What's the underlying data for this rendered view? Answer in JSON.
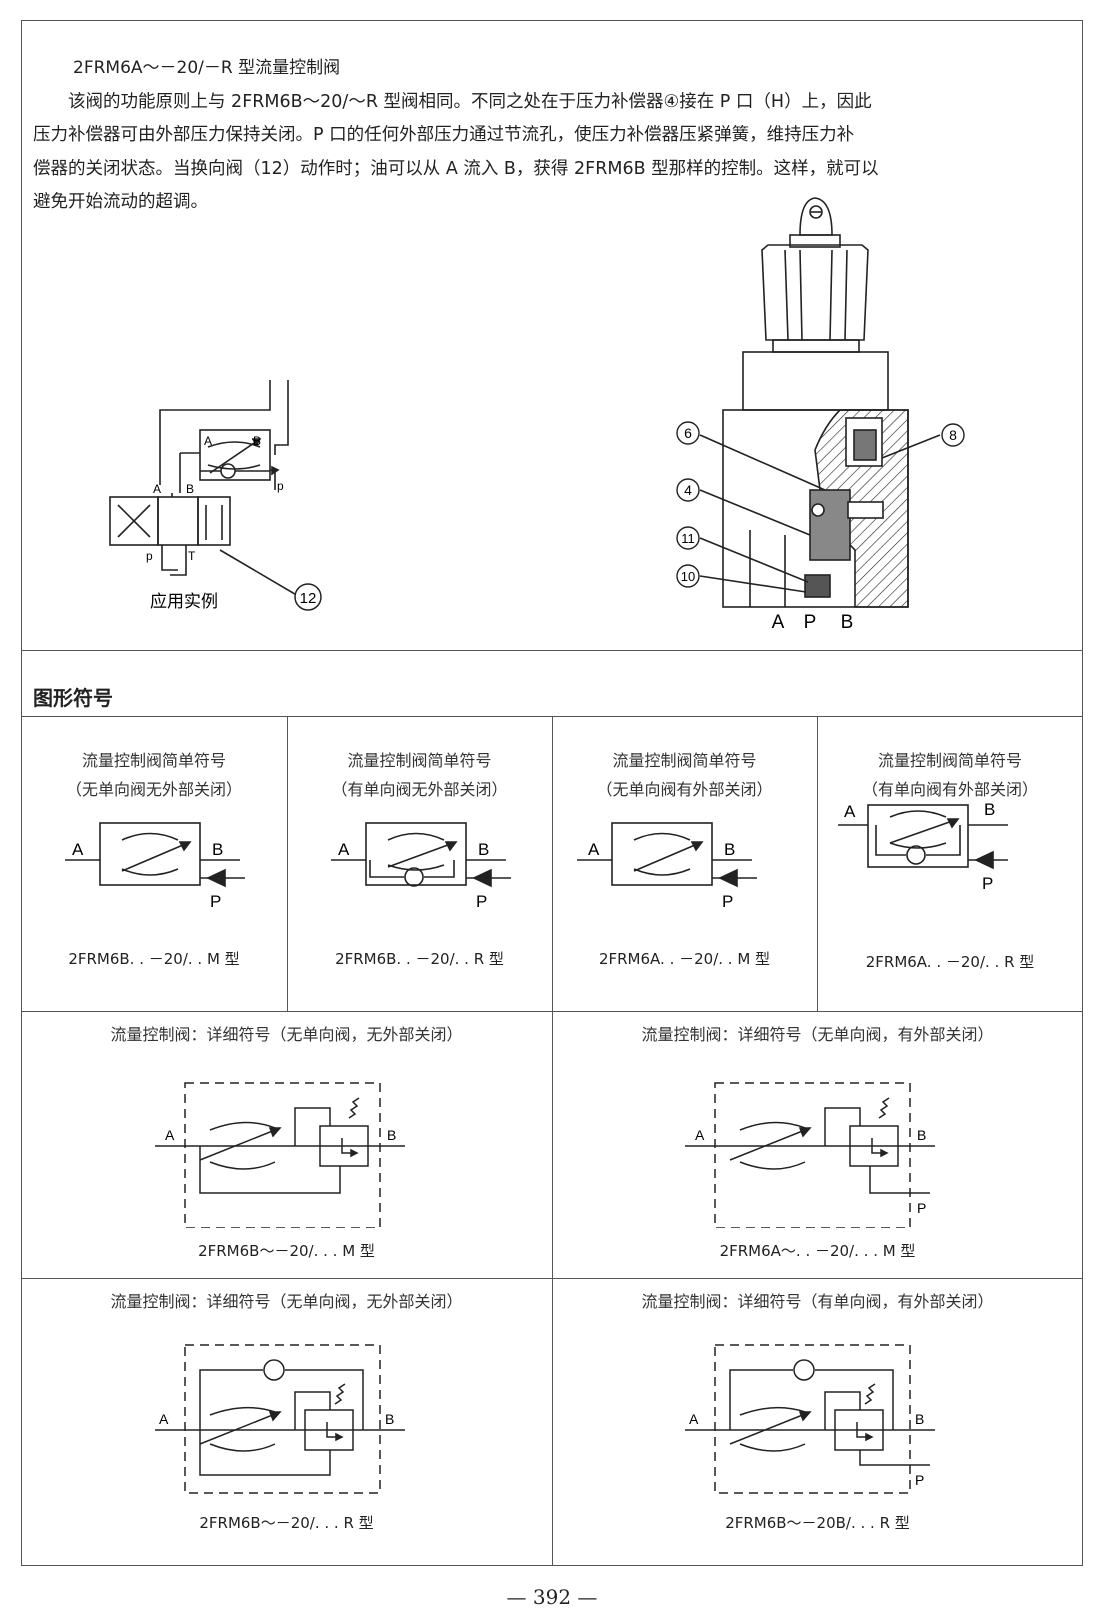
{
  "intro": {
    "title": "2FRM6A～－20/－R 型流量控制阀",
    "lines": [
      "　　该阀的功能原则上与 2FRM6B～20/～R 型阀相同。不同之处在于压力补偿器④接在 P 口（H）上，因此",
      "压力补偿器可由外部压力保持关闭。P 口的任何外部压力通过节流孔，使压力补偿器压紧弹簧，维持压力补",
      "偿器的关闭状态。当换向阀（12）动作时；油可以从 A 流入 B，获得 2FRM6B 型那样的控制。这样，就可以",
      "避免开始流动的超调。"
    ]
  },
  "application": {
    "caption": "应用实例",
    "callout": "12",
    "port_labels": {
      "a_top": "A",
      "b_top": "B",
      "p_right": "p",
      "a_left": "A",
      "b_left": "B",
      "p_left": "p",
      "t_left": "T"
    }
  },
  "section_view": {
    "callouts": [
      "6",
      "4",
      "11",
      "10",
      "8"
    ],
    "ports": [
      "A",
      "P",
      "B"
    ]
  },
  "symbols_section": {
    "title": "图形符号"
  },
  "simple_symbols": [
    {
      "title": "流量控制阀简单符号",
      "subtitle": "（无单向阀无外部关闭）",
      "model": "2FRM6B. . －20/. . M 型"
    },
    {
      "title": "流量控制阀简单符号",
      "subtitle": "（有单向阀无外部关闭）",
      "model": "2FRM6B. . －20/. . R 型"
    },
    {
      "title": "流量控制阀简单符号",
      "subtitle": "（无单向阀有外部关闭）",
      "model": "2FRM6A. . －20/. . M 型"
    },
    {
      "title": "流量控制阀简单符号",
      "subtitle": "（有单向阀有外部关闭）",
      "model": "2FRM6A. . －20/. . R 型"
    }
  ],
  "detail_symbols": [
    {
      "title": "流量控制阀：详细符号（无单向阀，无外部关闭）",
      "model": "2FRM6B～－20/. . . M 型"
    },
    {
      "title": "流量控制阀：详细符号（无单向阀，有外部关闭）",
      "model": "2FRM6A～. . －20/. . . M 型"
    },
    {
      "title": "流量控制阀：详细符号（无单向阀，无外部关闭）",
      "model": "2FRM6B～－20/. . . R 型"
    },
    {
      "title": "流量控制阀：详细符号（有单向阀，有外部关闭）",
      "model": "2FRM6B～－20B/. . . R 型"
    }
  ],
  "port_labels": {
    "a": "A",
    "b": "B",
    "p": "P"
  },
  "page_number": "— 392 —"
}
